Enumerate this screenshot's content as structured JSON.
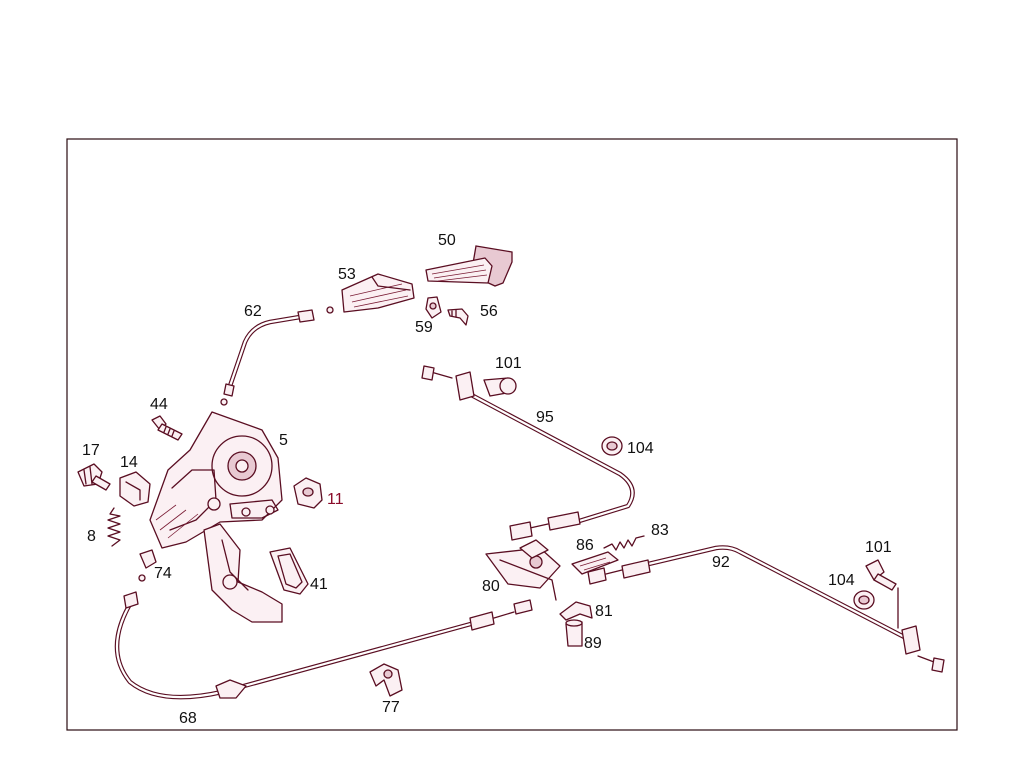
{
  "diagram": {
    "callouts": {
      "c5": "5",
      "c8": "8",
      "c11": "11",
      "c14": "14",
      "c17": "17",
      "c41": "41",
      "c44": "44",
      "c50": "50",
      "c53": "53",
      "c56": "56",
      "c59": "59",
      "c62": "62",
      "c68": "68",
      "c74": "74",
      "c77": "77",
      "c80": "80",
      "c81": "81",
      "c83": "83",
      "c86": "86",
      "c89": "89",
      "c92": "92",
      "c95": "95",
      "c101a": "101",
      "c101b": "101",
      "c104a": "104",
      "c104b": "104"
    }
  }
}
